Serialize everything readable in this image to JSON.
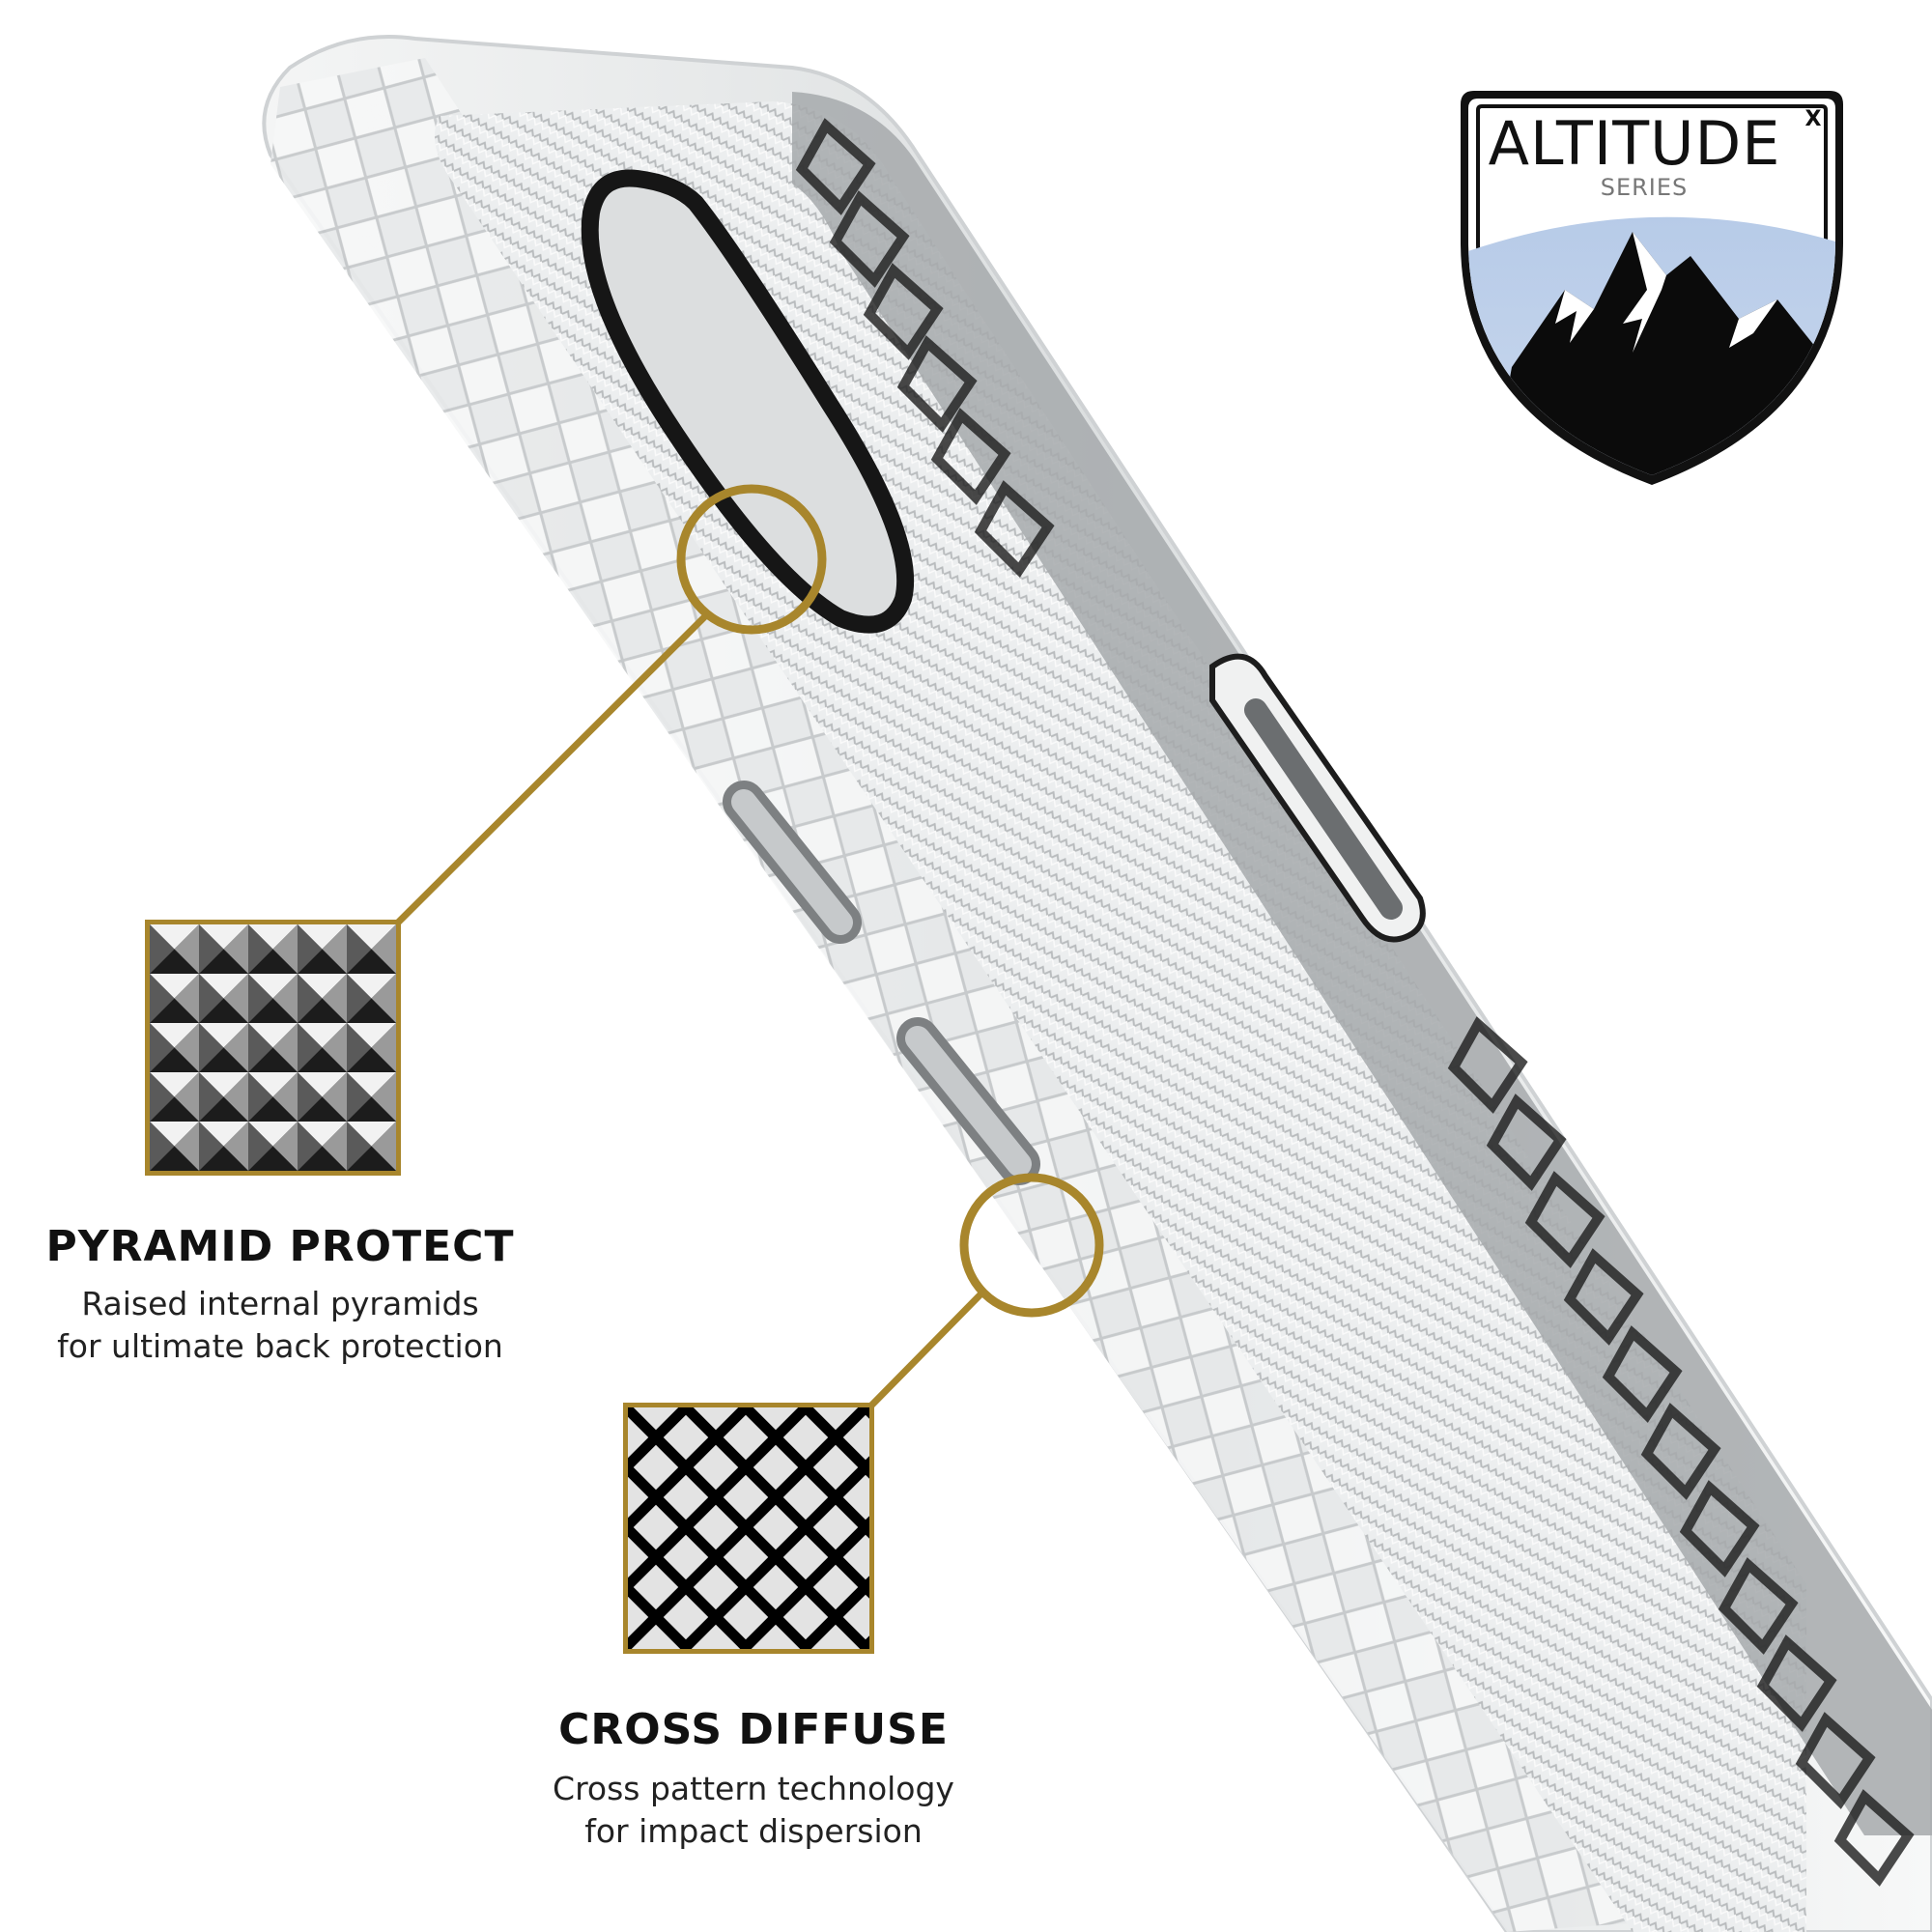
{
  "badge": {
    "brand": "ALTITUDE",
    "superscript": "X",
    "series": "SERIES"
  },
  "features": [
    {
      "title": "PYRAMID PROTECT",
      "description_lines": [
        "Raised internal pyramids",
        "for ultimate back protection"
      ]
    },
    {
      "title": "CROSS DIFFUSE",
      "description_lines": [
        "Cross pattern technology",
        "for impact dispersion"
      ]
    }
  ],
  "colors": {
    "callout_gold": "#a8862c",
    "badge_sky": "#b7cbe8",
    "ink": "#111111",
    "case_clear": "#e9ebec",
    "case_gray": "#9a9c9e"
  }
}
